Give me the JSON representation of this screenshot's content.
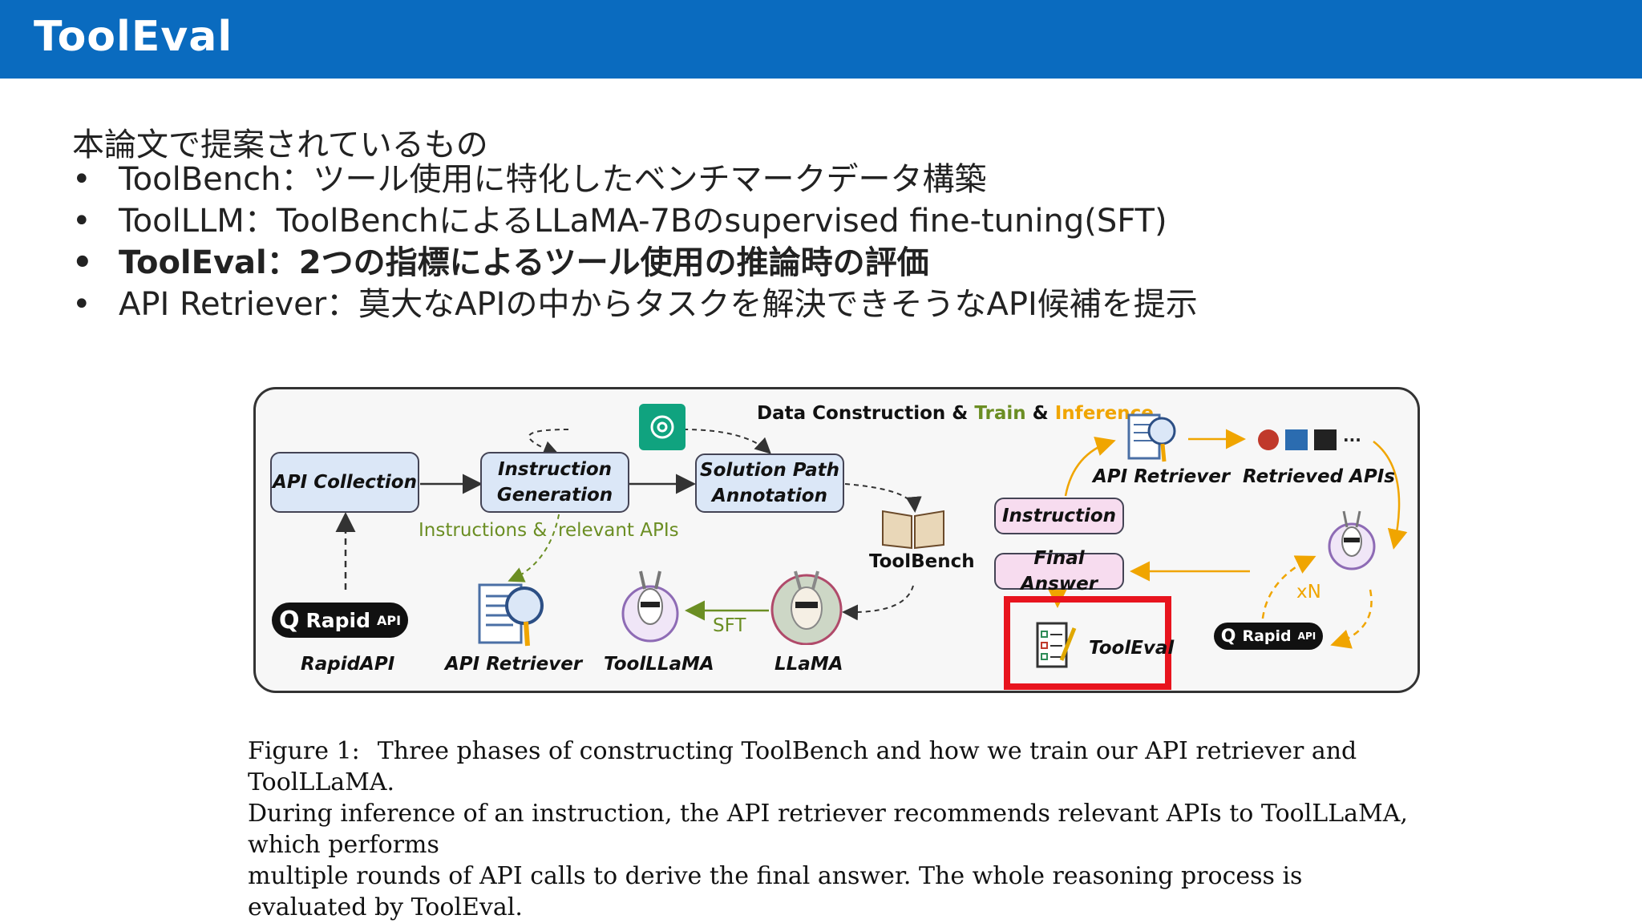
{
  "header": {
    "title": "ToolEval"
  },
  "intro": "本論文で提案されているもの",
  "bullets": [
    {
      "text": "ToolBench：ツール使用に特化したベンチマークデータ構築",
      "bold": false
    },
    {
      "text": "ToolLLM：ToolBenchによるLLaMA-7Bのsupervised fine-tuning(SFT)",
      "bold": false
    },
    {
      "text": "ToolEval：2つの指標によるツール使用の推論時の評価",
      "bold": true
    },
    {
      "text": "API Retriever：莫大なAPIの中からタスクを解決できそうなAPI候補を提示",
      "bold": false
    }
  ],
  "bullet_symbol": "•",
  "figure": {
    "header_part1": "Data Construction &",
    "header_train": "Train",
    "header_amp": "&",
    "header_inference": "Inference",
    "api_collection": "API Collection",
    "instruction_generation": "Instruction Generation",
    "solution_path": "Solution Path Annotation",
    "instructions_and": "Instructions &",
    "relevant_apis": "relevant APIs",
    "toolbench": "ToolBench",
    "rapidapi_logo": "Rapid",
    "rapidapi_logo_suffix": "API",
    "rapidapi": "RapidAPI",
    "api_retriever": "API Retriever",
    "toolllama": "ToolLLaMA",
    "sft": "SFT",
    "llama": "LLaMA",
    "instruction": "Instruction",
    "final_answer": "Final Answer",
    "tooleval": "ToolEval",
    "api_retriever_right": "API Retriever",
    "retrieved_apis": "Retrieved APIs",
    "xn": "xN",
    "colors": {
      "train": "#6b8e23",
      "inference": "#f0a500",
      "highlight": "#e8141e",
      "box_blue": "#dbe7f7",
      "box_pink": "#f7dcef"
    }
  },
  "caption": {
    "head": "Figure 1:",
    "line1": "Three phases of constructing ToolBench and how we train our API retriever and ToolLLaMA.",
    "line2": "During inference of an instruction, the API retriever recommends relevant APIs to ToolLLaMA, which performs",
    "line3": "multiple rounds of API calls to derive the final answer. The whole reasoning process is evaluated by ToolEval."
  }
}
